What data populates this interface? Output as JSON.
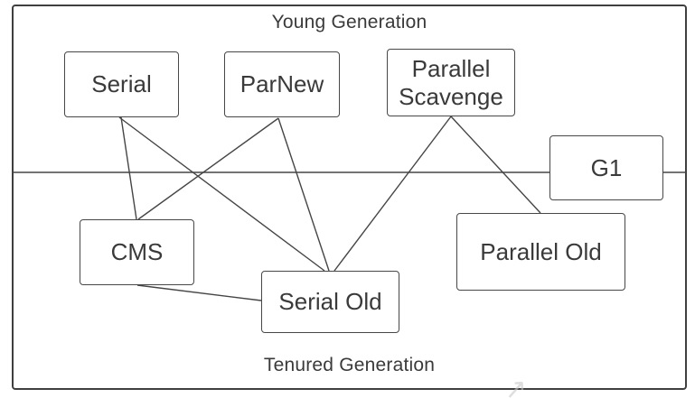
{
  "diagram": {
    "regions": {
      "young_label": "Young Generation",
      "tenured_label": "Tenured Generation"
    },
    "nodes": [
      {
        "id": "serial",
        "label": "Serial",
        "generation": "young"
      },
      {
        "id": "parnew",
        "label": "ParNew",
        "generation": "young"
      },
      {
        "id": "parallel-scavenge",
        "label": "Parallel Scavenge",
        "generation": "young"
      },
      {
        "id": "g1",
        "label": "G1",
        "generation": "both"
      },
      {
        "id": "cms",
        "label": "CMS",
        "generation": "tenured"
      },
      {
        "id": "serial-old",
        "label": "Serial Old",
        "generation": "tenured"
      },
      {
        "id": "parallel-old",
        "label": "Parallel Old",
        "generation": "tenured"
      }
    ],
    "edges": [
      {
        "from": "Serial",
        "to": "CMS"
      },
      {
        "from": "Serial",
        "to": "Serial Old"
      },
      {
        "from": "ParNew",
        "to": "CMS"
      },
      {
        "from": "ParNew",
        "to": "Serial Old"
      },
      {
        "from": "Parallel Scavenge",
        "to": "Serial Old"
      },
      {
        "from": "Parallel Scavenge",
        "to": "Parallel Old"
      },
      {
        "from": "CMS",
        "to": "Serial Old"
      }
    ],
    "watermark": {
      "icon": "↗"
    },
    "colors": {
      "line": "#454545",
      "border": "#474747",
      "text": "#3a3a3a",
      "background": "#ffffff",
      "watermark": "#c9c9c9"
    }
  }
}
